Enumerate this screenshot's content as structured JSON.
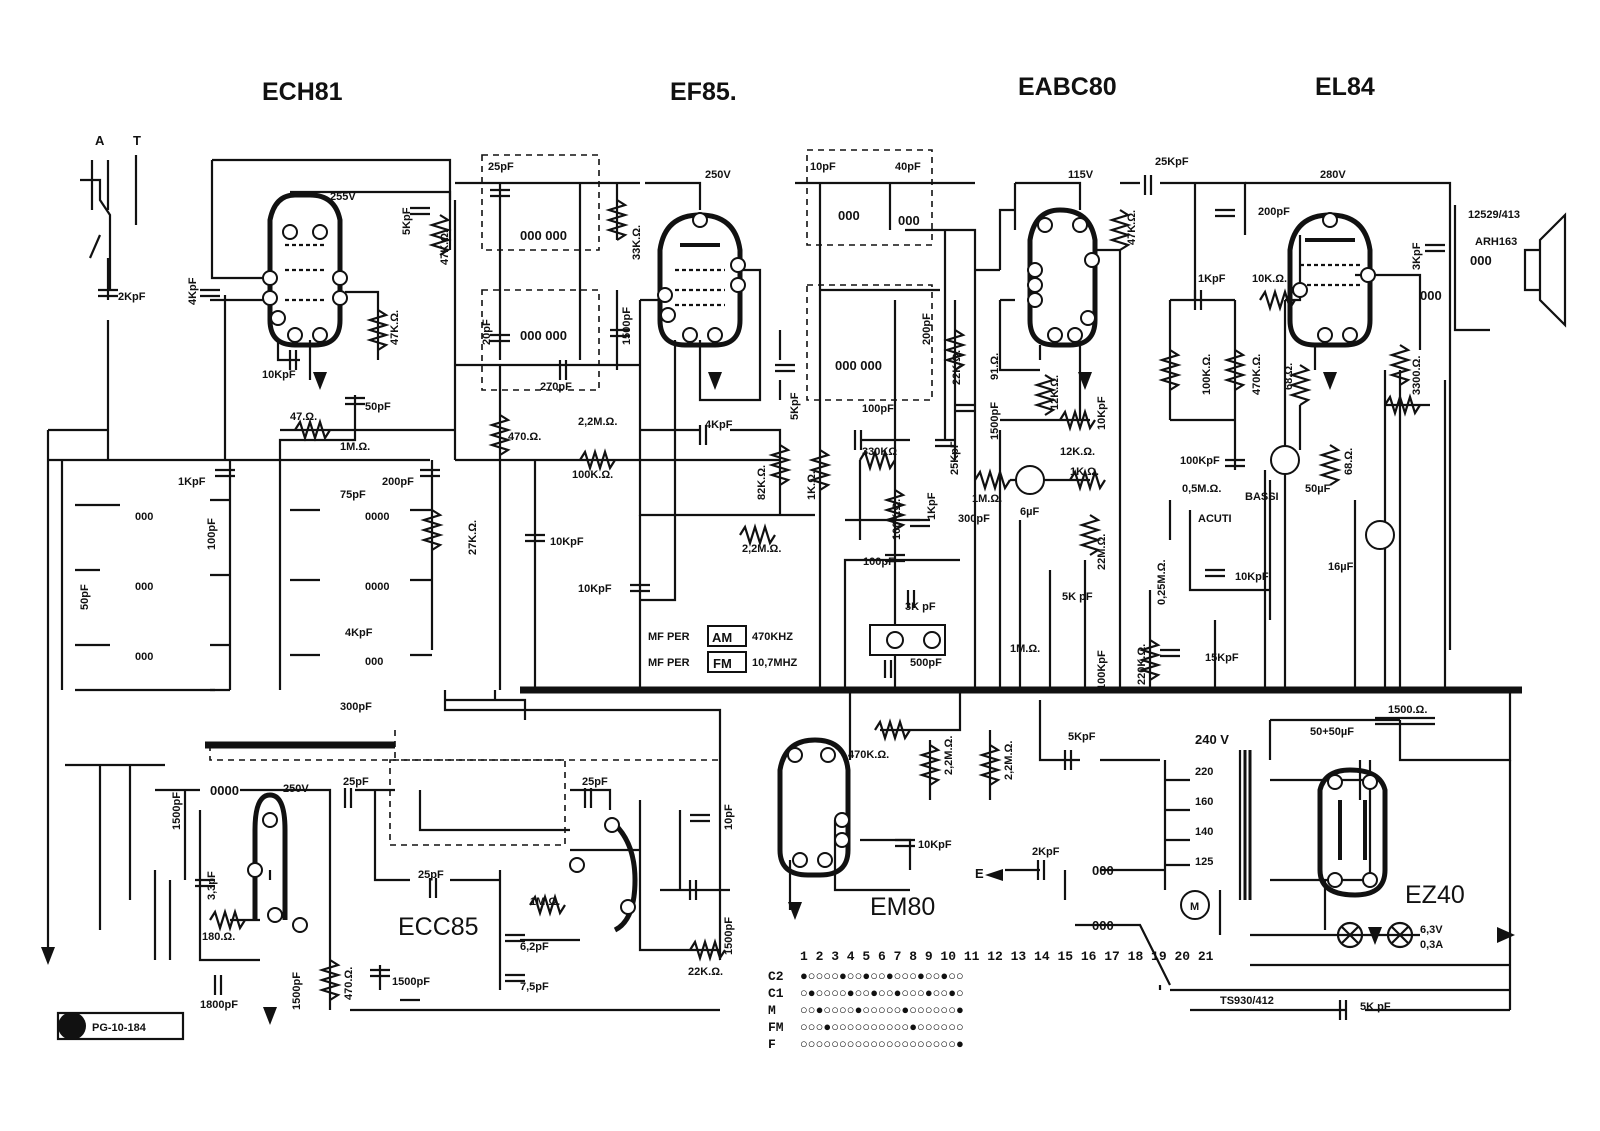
{
  "tubes": {
    "ech81": "ECH81",
    "ef85": "EF85.",
    "eabc80": "EABC80",
    "el84": "EL84",
    "ecc85": "ECC85",
    "em80": "EM80",
    "ez40": "EZ40"
  },
  "antenna": {
    "a": "A",
    "t": "T"
  },
  "voltages": {
    "v255": "255V",
    "v250a": "250V",
    "v115": "115V",
    "v280": "280V",
    "v250b": "250V",
    "v240": "240 V",
    "v220": "220",
    "v160": "160",
    "v140": "140",
    "v125": "125",
    "heater": "6,3V",
    "heater_current": "0,3A"
  },
  "if_legend": {
    "am_prefix": "MF PER",
    "am_box": "AM",
    "am_freq": "470KHZ",
    "fm_prefix": "MF PER",
    "fm_box": "FM",
    "fm_freq": "10,7MHZ"
  },
  "parts": {
    "c_2kpf": "2KpF",
    "c_4kpf_left": "4KpF",
    "c_10kpf_ech": "10KpF",
    "r_47k_ech": "47K.Ω.",
    "c_50pf": "50pF",
    "r_47_ohm": "47.Ω.",
    "r_1m_ech": "1M.Ω.",
    "c_5kpf_ech": "5KpF",
    "r_47k_top": "47K.Ω.",
    "c_25pf_top": "25pF",
    "r_33k": "33K.Ω.",
    "c_1500pf_if": "1500pF",
    "c_270pf": "270pF",
    "c_20pf": "20pF",
    "r_470_ohm": "470.Ω.",
    "c_1kpf_bank": "1KpF",
    "c_200pf_bank": "200pF",
    "c_75pf_bank": "75pF",
    "c_100pf_bank": "100pF",
    "c_50pf_bank": "50pF",
    "c_4kpf_bank": "4KpF",
    "c_300pf_bank": "300pF",
    "r_27k": "27K.Ω.",
    "r_2_2m_a": "2,2M.Ω.",
    "r_100k_ef": "100K.Ω.",
    "c_4kpf_ef": "4KpF",
    "r_82k": "82K.Ω.",
    "r_1k": "1K.Ω.",
    "c_5kpf_ef": "5KpF",
    "c_10kpf_ef_a": "10KpF",
    "c_10kpf_ef_b": "10KpF",
    "r_2_2m_b": "2,2M.Ω.",
    "c_10pf_eabc": "10pF",
    "c_40pf": "40pF",
    "c_200pf_if2": "200pF",
    "c_100pf_d": "100pF",
    "r_330k": "330KΩ",
    "r_100k_d": "100K.Ω.",
    "c_1kpf_d": "1KpF",
    "c_100pf_e": "100pF",
    "c_3kpf": "3K pF",
    "c_500pf": "500pF",
    "r_22k_d": "22K.Ω.",
    "r_91": "91.Ω.",
    "c_25kpf_d": "25KpF",
    "c_1500pf_d": "1500pF",
    "r_12k_a": "12K.Ω.",
    "r_12k_b": "12K.Ω.",
    "r_1m_d": "1M.Ω.",
    "r_1k_d": "1K.Ω.",
    "c_6uf": "6µF",
    "r_22m": "22M.Ω.",
    "c_5kpf_d": "5K pF",
    "r_1m_pot": "1M.Ω.",
    "c_100kpf_d": "100KpF",
    "c_300pf_d": "300pF",
    "c_10kpf_d": "10KpF",
    "r_47k_d": "47K.Ω.",
    "c_25kpf_top": "25KpF",
    "c_200pf_top": "200pF",
    "c_1kpf_tone": "1KpF",
    "r_10k_tone": "10K.Ω.",
    "r_100k_tone": "100K.Ω.",
    "r_470k_tone": "470K.Ω.",
    "c_100kpf_tone": "100KpF",
    "r_0_5m": "0,5M.Ω.",
    "tone_bass": "BASSI",
    "tone_treble": "ACUTI",
    "r_0_25m": "0,25M.Ω.",
    "c_10kpf_tone": "10KpF",
    "c_15kpf": "15KpF",
    "r_220k": "220K.Ω.",
    "r_68": "68.Ω.",
    "c_50uf": "50µF",
    "r_68_b": "68.Ω.",
    "c_16uf": "16µF",
    "c_3kpf_el": "3KpF",
    "r_3300": "3300.Ω.",
    "out_transformer": "12529/413",
    "speaker": "ARH163",
    "c_50x50uf": "50+50µF",
    "r_1500": "1500.Ω.",
    "c_5kpf_psu": "5KpF",
    "mains_transformer": "TS930/412",
    "c_5kpf_bottom": "5K pF",
    "c_2kpf_e": "2KpF",
    "earth": "E",
    "motor": "M",
    "r_470k_em": "470K.Ω.",
    "r_2_2m_em_a": "2,2M.Ω.",
    "r_2_2m_em_b": "2,2M.Ω.",
    "c_10kpf_em": "10KpF",
    "c_1500pf_fm": "1500pF",
    "c_3_3pf": "3,3pF",
    "r_180": "180.Ω.",
    "c_1800pf": "1800pF",
    "c_1500pf_fm_b": "1500pF",
    "r_470_fm": "470.Ω.",
    "c_1500pf_fm_c": "1500pF",
    "c_25pf_fm_a": "25pF",
    "c_25pf_fm_b": "25pF",
    "c_25pf_fm_c": "25pF",
    "r_1m_fm": "1M.Ω.",
    "c_6_2pf": "6,2pF",
    "c_7_5pf": "7,5pF",
    "c_10pf_fm": "10pF",
    "c_1500pf_fm_d": "1500pF",
    "r_22k_fm": "22K.Ω."
  },
  "switch_matrix": {
    "header": "1 2 3 4 5 6 7 8 9 10 11 12 13 14 15 16 17 18 19 20 21",
    "rows": [
      {
        "label": "C2",
        "pattern": "●○○○○●○○●○○●○○○●○○●○○"
      },
      {
        "label": "C1",
        "pattern": "○●○○○○●○○●○○●○○○●○○●○"
      },
      {
        "label": "M",
        "pattern": "○○●○○○○●○○○○○●○○○○○○●"
      },
      {
        "label": "FM",
        "pattern": "○○○●○○○○○○○○○○●○○○○○○"
      },
      {
        "label": "F",
        "pattern": "○○○○○○○○○○○○○○○○○○○○●"
      }
    ]
  },
  "doc_id": "PG-10-184"
}
